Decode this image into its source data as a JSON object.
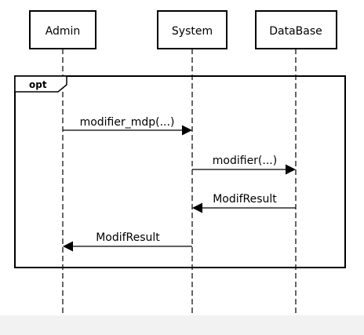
{
  "diagram": {
    "participants": [
      {
        "id": "admin",
        "label": "Admin"
      },
      {
        "id": "system",
        "label": "System"
      },
      {
        "id": "database",
        "label": "DataBase"
      }
    ],
    "fragment": {
      "operator": "opt"
    },
    "messages": [
      {
        "from": "admin",
        "to": "system",
        "label": "modifier_mdp(...)",
        "kind": "call"
      },
      {
        "from": "system",
        "to": "database",
        "label": "modifier(...)",
        "kind": "call"
      },
      {
        "from": "database",
        "to": "system",
        "label": "ModifResult",
        "kind": "return"
      },
      {
        "from": "system",
        "to": "admin",
        "label": "ModifResult",
        "kind": "return"
      }
    ]
  }
}
